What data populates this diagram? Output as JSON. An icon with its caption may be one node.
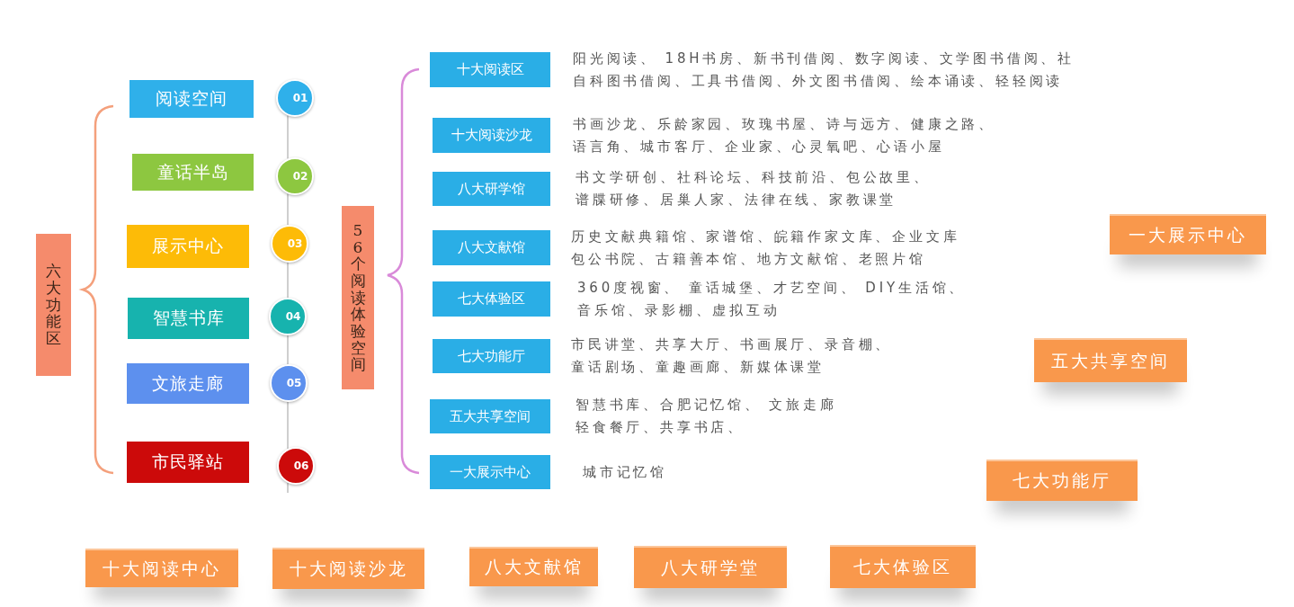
{
  "diagram": {
    "nodes": [
      {
        "text": [
          "六大功能区"
        ]
      },
      {
        "text": [
          "阅读空间"
        ]
      },
      {
        "text": [
          "童话半岛"
        ]
      },
      {
        "text": [
          "展示中心"
        ]
      },
      {
        "text": [
          "智慧书库"
        ]
      },
      {
        "text": [
          "文旅走廊"
        ]
      },
      {
        "text": [
          "市民驿站"
        ]
      },
      {
        "text": [
          "01"
        ]
      },
      {
        "text": [
          "02"
        ]
      },
      {
        "text": [
          "03"
        ]
      },
      {
        "text": [
          "04"
        ]
      },
      {
        "text": [
          "05"
        ]
      },
      {
        "text": [
          "06"
        ]
      },
      {
        "text": [
          "56个阅读体验空间"
        ]
      },
      {
        "text": [
          "十大阅读区"
        ],
        "beside": [
          "阳光阅读、 18H书房、新书刊借阅、数字阅读、文学图书借阅、社自科图书借阅、工具书借阅、外文图书借阅、绘本诵读、轻轻阅读"
        ]
      },
      {
        "text": [
          "十大阅读沙龙"
        ],
        "beside": [
          "书画沙龙、乐龄家园、玫瑰书屋、诗与远方、健康之路、语言角、城市客厅、企业家、心灵氧吧、心语小屋"
        ]
      },
      {
        "text": [
          "八大研学馆"
        ],
        "beside": [
          "书文学研创、社科论坛、科技前沿、包公故里、谱牒研修、居巢人家、法律在线、家教课堂"
        ]
      },
      {
        "text": [
          "八大文献馆"
        ],
        "beside": [
          "历史文献典籍馆、家谱馆、皖籍作家文库、企业文库包公书院、古籍善本馆、地方文献馆、老照片馆"
        ]
      },
      {
        "text": [
          "七大体验区"
        ],
        "beside": [
          "360度视窗、 童话城堡、才艺空间、 DIY生活馆、音乐馆、录影棚、虚拟互动"
        ]
      },
      {
        "text": [
          "七大功能厅"
        ],
        "beside": [
          "市民讲堂、共享大厅、书画展厅、录音棚、童话剧场、童趣画廊、新媒体课堂"
        ]
      },
      {
        "text": [
          "五大共享空间"
        ],
        "beside": [
          "智慧书库、合肥记忆馆、 文旅走廊轻食餐厅、共享书店、"
        ]
      },
      {
        "text": [
          "一大展示中心"
        ],
        "beside": [
          "城市记忆馆"
        ]
      },
      {
        "text": [
          "一大展示中心"
        ]
      },
      {
        "text": [
          "五大共享空间"
        ]
      },
      {
        "text": [
          "七大功能厅"
        ]
      },
      {
        "text": [
          "十大阅读中心"
        ]
      },
      {
        "text": [
          "十大阅读沙龙"
        ]
      },
      {
        "text": [
          "八大文献馆"
        ]
      },
      {
        "text": [
          "八大研学堂"
        ]
      },
      {
        "text": [
          "七大体验区"
        ]
      }
    ],
    "edges": [
      {
        "from": 7,
        "to": 8,
        "arrow": "none"
      },
      {
        "from": 8,
        "to": 9,
        "arrow": "none"
      },
      {
        "from": 9,
        "to": 10,
        "arrow": "none"
      },
      {
        "from": 10,
        "to": 11,
        "arrow": "none"
      },
      {
        "from": 11,
        "to": 12,
        "arrow": "none"
      },
      {
        "from": 12,
        "to": null,
        "arrow": "none"
      }
    ]
  }
}
